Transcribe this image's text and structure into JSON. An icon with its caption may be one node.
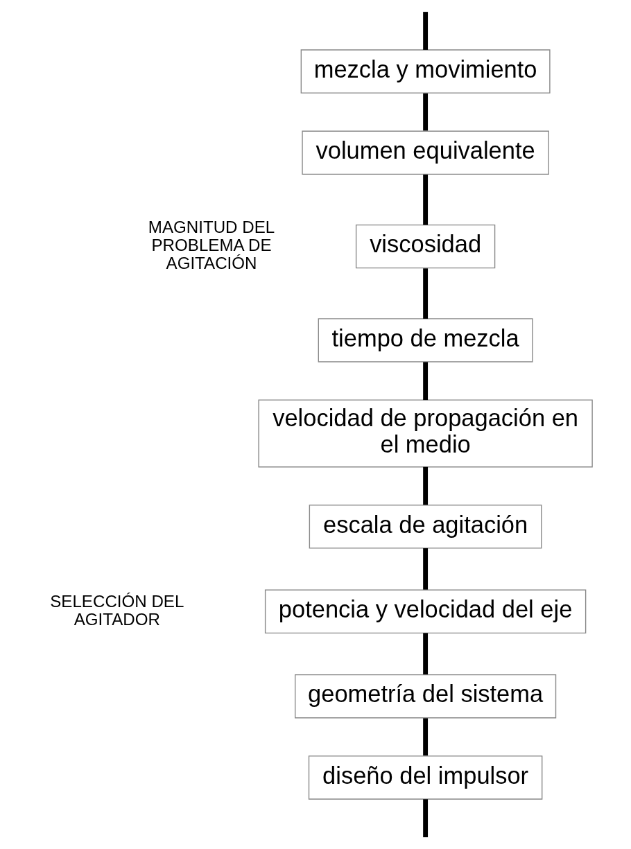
{
  "diagram": {
    "nodes": [
      {
        "text": [
          "mezcla y movimiento"
        ]
      },
      {
        "text": [
          "volumen equivalente"
        ]
      },
      {
        "text": [
          "viscosidad"
        ]
      },
      {
        "text": [
          "tiempo de mezcla"
        ]
      },
      {
        "text": [
          "velocidad de propagación en el medio"
        ]
      },
      {
        "text": [
          "escala de agitación"
        ]
      },
      {
        "text": [
          "potencia y velocidad del eje"
        ]
      },
      {
        "text": [
          "geometría del sistema"
        ]
      },
      {
        "text": [
          "diseño del impulsor"
        ]
      }
    ],
    "edges": [
      {
        "from": null,
        "to": 0,
        "arrow": "none"
      },
      {
        "from": 0,
        "to": 1,
        "arrow": "none"
      },
      {
        "from": 1,
        "to": 2,
        "arrow": "none"
      },
      {
        "from": 2,
        "to": 3,
        "arrow": "none"
      },
      {
        "from": 3,
        "to": 4,
        "arrow": "none"
      },
      {
        "from": 4,
        "to": 5,
        "arrow": "none"
      },
      {
        "from": 5,
        "to": 6,
        "arrow": "none"
      },
      {
        "from": 6,
        "to": 7,
        "arrow": "none"
      },
      {
        "from": 7,
        "to": 8,
        "arrow": "none"
      },
      {
        "from": 8,
        "to": null,
        "arrow": "none"
      }
    ],
    "labels": [
      "MAGNITUD DEL PROBLEMA DE AGITACIÓN",
      "SELECCIÓN DEL AGITADOR"
    ]
  }
}
